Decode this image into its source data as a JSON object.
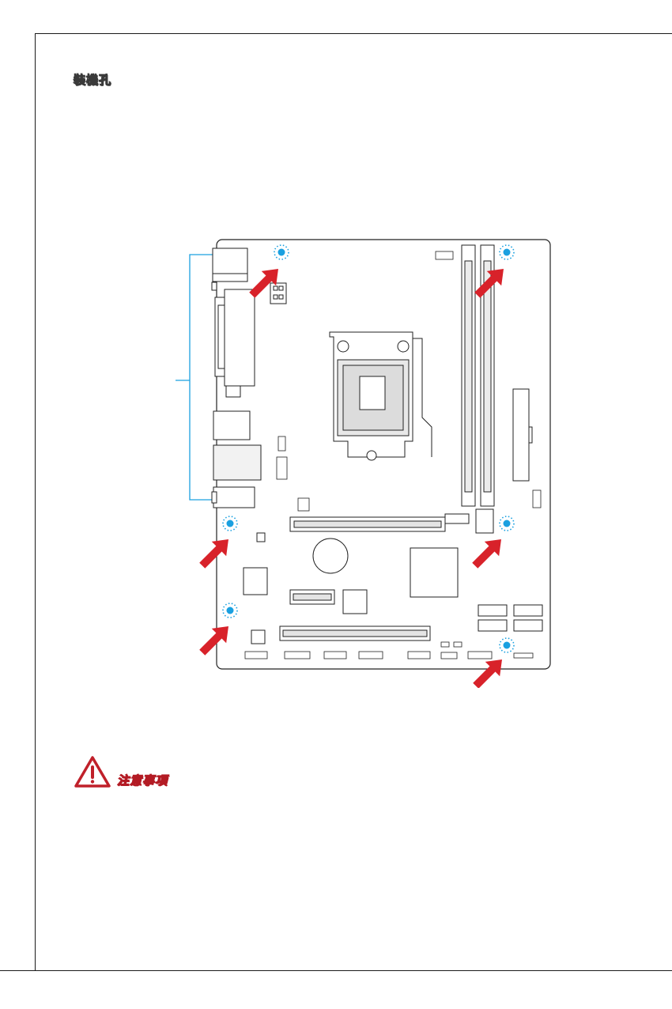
{
  "section": {
    "title": "裝機孔"
  },
  "caution": {
    "title": "注意事項",
    "icon": "warning-triangle-icon",
    "color": "#c0202a"
  },
  "diagram": {
    "board_outline_color": "#222222",
    "mount_hole_color": "#1aa0e0",
    "arrow_color": "#d8222a",
    "bracket_color": "#1aa0e0",
    "mount_hole_count": 6
  }
}
